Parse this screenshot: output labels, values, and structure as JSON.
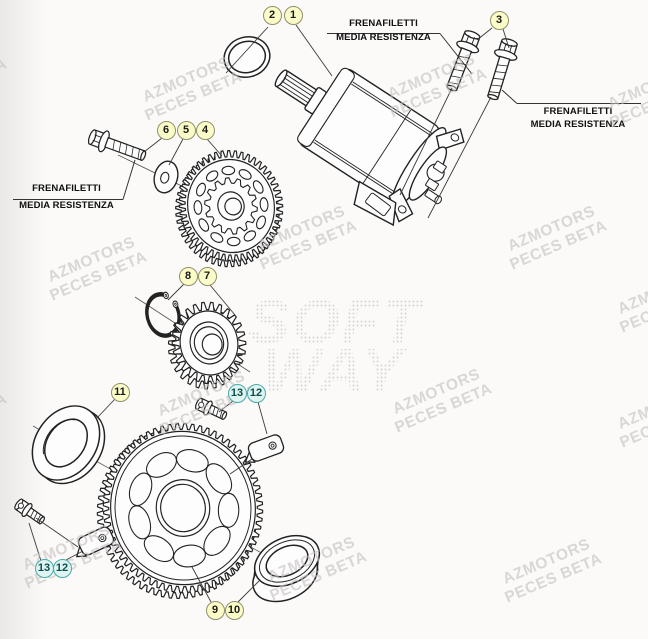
{
  "callouts": [
    {
      "n": "2",
      "variant": "yellow"
    },
    {
      "n": "1",
      "variant": "yellow"
    },
    {
      "n": "3",
      "variant": "yellow"
    },
    {
      "n": "6",
      "variant": "yellow"
    },
    {
      "n": "5",
      "variant": "yellow"
    },
    {
      "n": "4",
      "variant": "yellow"
    },
    {
      "n": "8",
      "variant": "yellow"
    },
    {
      "n": "7",
      "variant": "yellow"
    },
    {
      "n": "11",
      "variant": "yellow"
    },
    {
      "n": "13",
      "variant": "teal"
    },
    {
      "n": "12",
      "variant": "teal"
    },
    {
      "n": "13",
      "variant": "teal"
    },
    {
      "n": "12",
      "variant": "teal"
    },
    {
      "n": "9",
      "variant": "yellow"
    },
    {
      "n": "10",
      "variant": "yellow"
    }
  ],
  "labels": [
    {
      "line1": "FRENAFILETTI",
      "line2": "MEDIA RESISTENZA"
    },
    {
      "line1": "FRENAFILETTI",
      "line2": "MEDIA RESISTENZA"
    },
    {
      "line1": "FRENAFILETTI",
      "line2": "MEDIA RESISTENZA"
    }
  ],
  "watermark": {
    "line1": "AZMOTORS",
    "line2": "PECES BETA"
  },
  "center_watermark": {
    "line1": "SOFT",
    "line2": "WAY"
  },
  "colors": {
    "background": "#fbfaf9",
    "line_art": "#222222",
    "callout_yellow_fill": "#fbfbc8",
    "callout_yellow_border": "#8f8f6d",
    "callout_teal_fill": "#dff3f1",
    "callout_teal_border": "#47aaa8",
    "watermark_gray": "#c7c1c1",
    "label_text": "#111111"
  }
}
